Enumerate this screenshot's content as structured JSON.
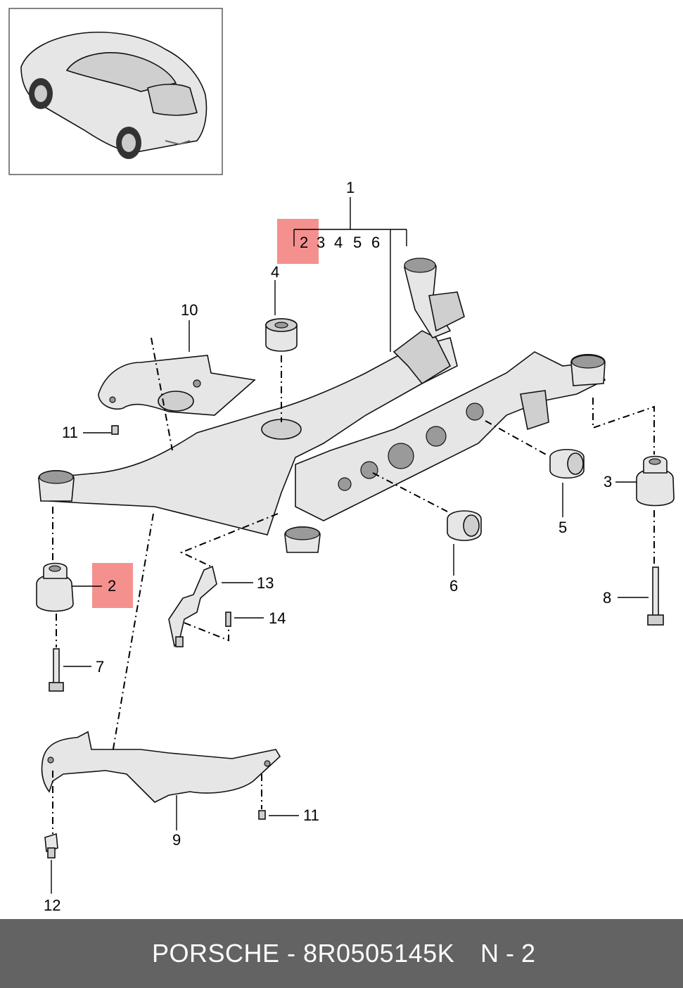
{
  "footer": {
    "brand_line": "PORSCHE - 8R0505145K",
    "page_ref": "N - 2"
  },
  "callouts": {
    "c1": "1",
    "c2_top": "2",
    "c3_top": "3",
    "c4_top": "4",
    "c5_top": "5",
    "c6_top": "6",
    "c2": "2",
    "c3": "3",
    "c4": "4",
    "c5": "5",
    "c6": "6",
    "c7": "7",
    "c8": "8",
    "c9": "9",
    "c10": "10",
    "c11_upper": "11",
    "c11_lower": "11",
    "c12": "12",
    "c13": "13",
    "c14": "14"
  },
  "colors": {
    "highlight": "#f4918f",
    "footer_bg": "#636363",
    "part_fill": "#e6e6e6"
  }
}
